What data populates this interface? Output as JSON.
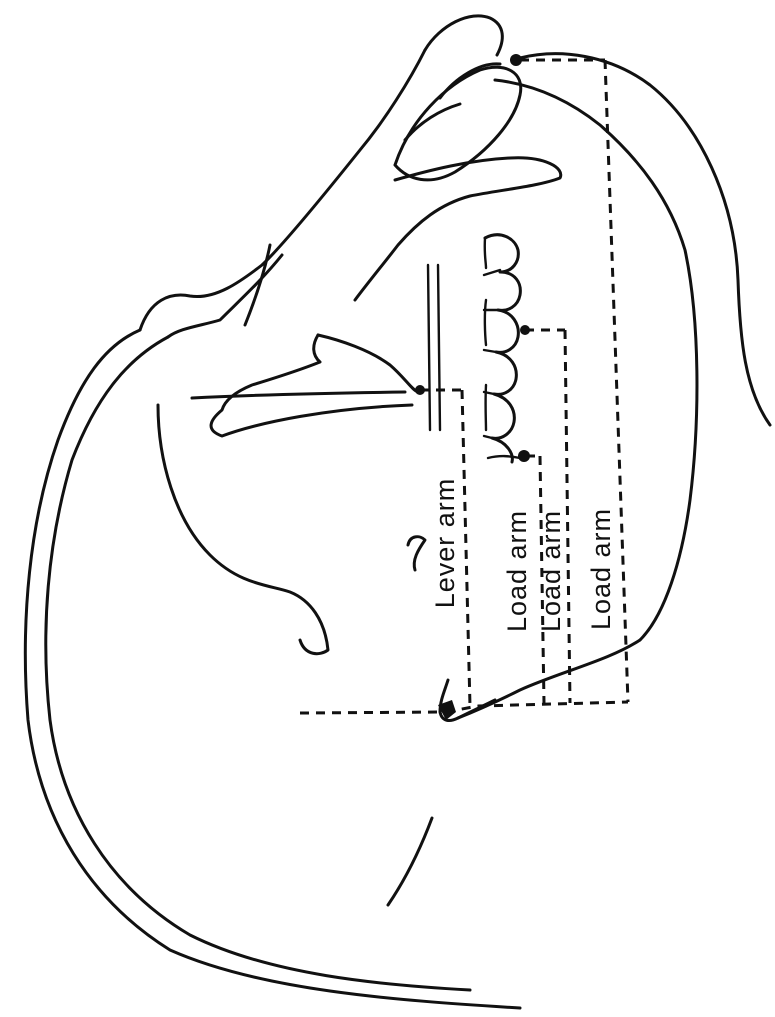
{
  "diagram": {
    "labels": {
      "lever_arm": "Lever arm",
      "load_arm_1": "Load arm",
      "load_arm_2": "Load arm",
      "load_arm_3": "Load arm"
    }
  }
}
